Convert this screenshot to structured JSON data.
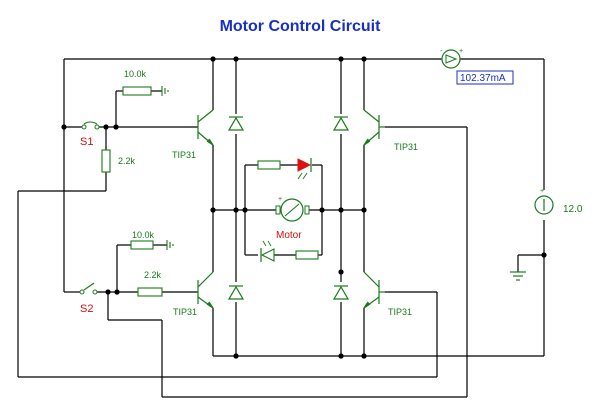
{
  "title": "Motor Control Circuit",
  "colors": {
    "title": "#1a2fc4",
    "wire": "#000000",
    "component": "#1a7a1a",
    "switch_label": "#d01010",
    "led_fill": "#e01010",
    "ammeter_box": "#1a2fc4"
  },
  "ammeter": {
    "reading": "102.37mA"
  },
  "battery": {
    "label": "12.0"
  },
  "resistors": {
    "top_pulldown": "10.0k",
    "top_base": "2.2k",
    "bottom_pulldown": "10.0k",
    "bottom_base": "2.2k"
  },
  "switches": {
    "s1": "S1",
    "s2": "S2"
  },
  "transistors": {
    "top_left": "TIP31",
    "top_right": "TIP31",
    "bottom_left": "TIP31",
    "bottom_right": "TIP31"
  },
  "motor": {
    "label": "Motor"
  }
}
